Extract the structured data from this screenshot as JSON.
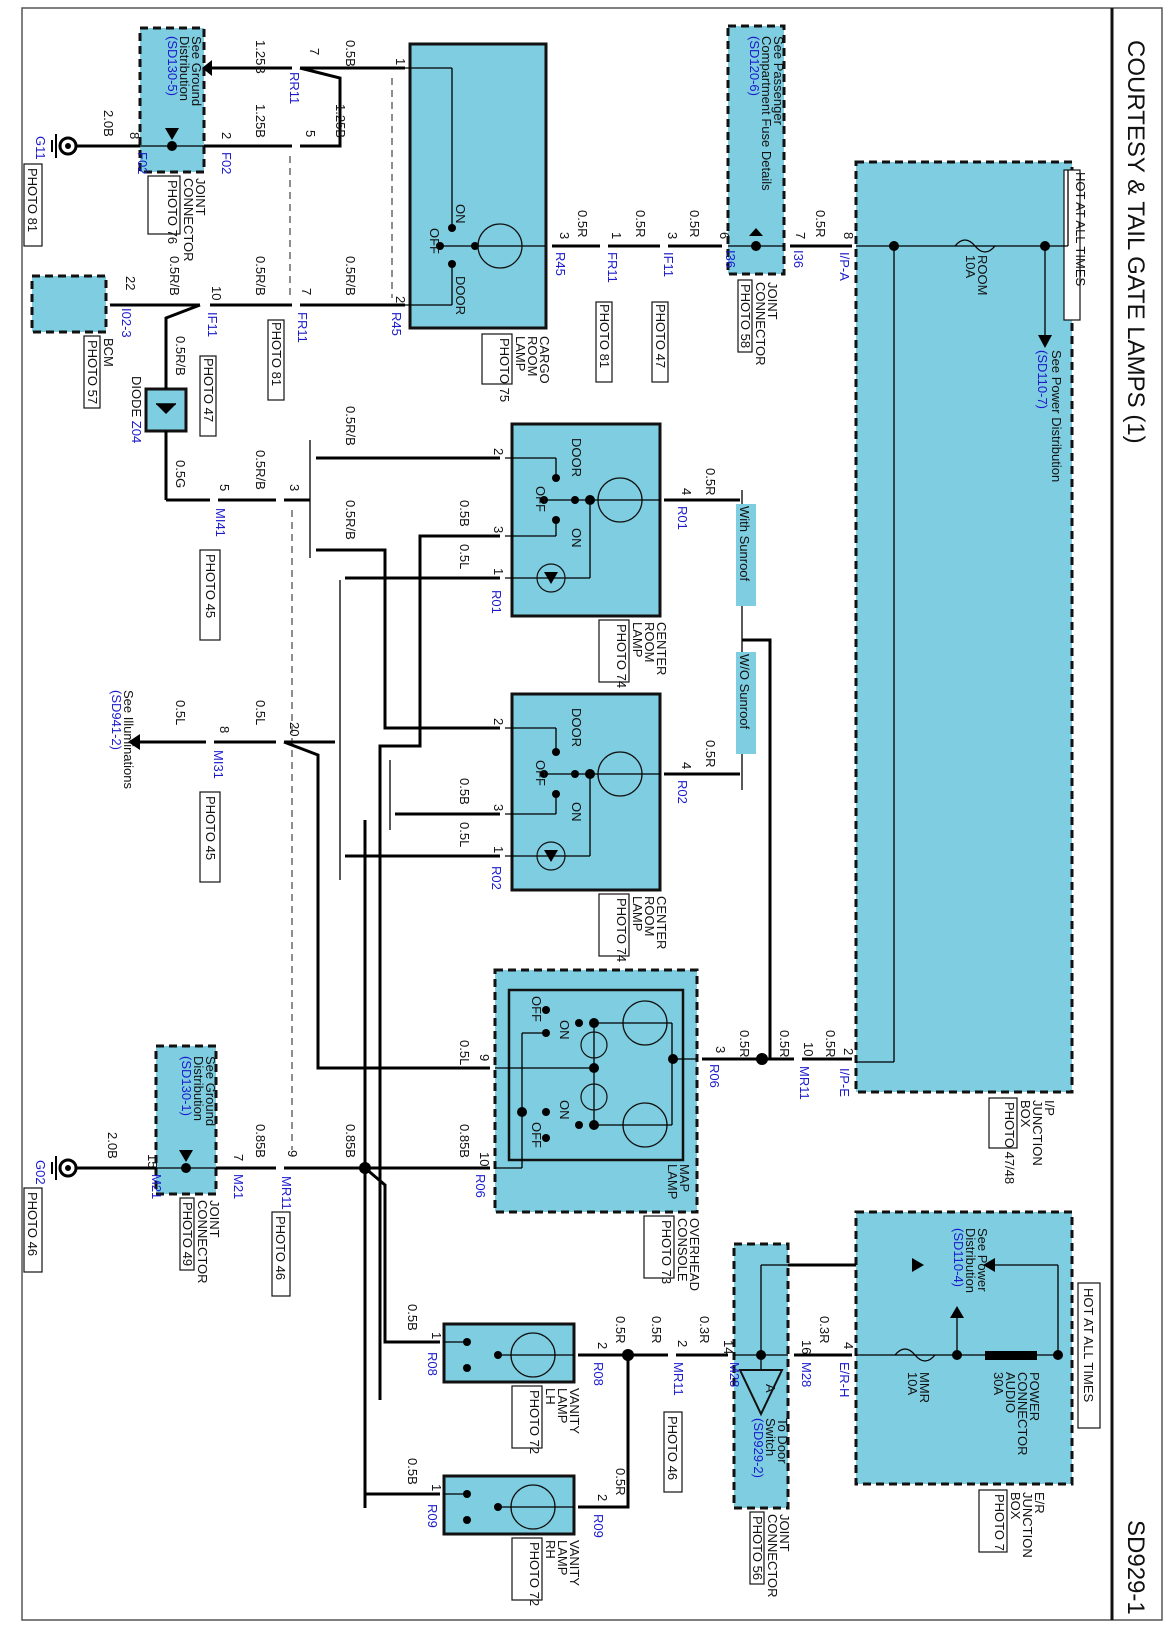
{
  "page": {
    "title": "COURTESY & TAIL GATE LAMPS (1)",
    "page_code": "SD929-1"
  },
  "junction_boxes": {
    "ip": {
      "name_lines": [
        "I/P",
        "JUNCTION",
        "BOX"
      ],
      "photo": "PHOTO 47/48",
      "hot": "HOT AT ALL TIMES",
      "fuse": "ROOM",
      "fuse_rating": "10A",
      "ref_text": "See Power Distribution",
      "ref_code": "(SD110-7)",
      "connector_a": "I/P-A",
      "pin_a": "8",
      "connector_e": "I/P-E",
      "pin_e": "2"
    },
    "er": {
      "name_lines": [
        "E/R",
        "JUNCTION",
        "BOX"
      ],
      "photo": "PHOTO 7",
      "hot": "HOT AT ALL TIMES",
      "fuse": "MMR",
      "fuse_rating": "10A",
      "connector_label_lines": [
        "POWER",
        "CONNECTOR",
        "AUDIO",
        "30A"
      ],
      "ref_lines": [
        "See Power",
        "Distribution"
      ],
      "ref_code": "(SD110-4)",
      "connector": "E/R-H",
      "pin": "4"
    }
  },
  "joint_connectors": {
    "i36": {
      "name_lines": [
        "JOINT",
        "CONNECTOR"
      ],
      "photo": "PHOTO 58",
      "ref_lines": [
        "See Passenger",
        "Compartment Fuse Details"
      ],
      "ref_code": "(SD120-6)",
      "conn": "I36",
      "pin_in": "7",
      "pin_out": "6"
    },
    "f02": {
      "name_lines": [
        "JOINT",
        "CONNECTOR"
      ],
      "photo": "PHOTO 76",
      "ref_lines": [
        "See Ground",
        "Distribution"
      ],
      "ref_code": "(SD130-5)",
      "conn": "F02",
      "pin_in": "2",
      "pin_out": "8"
    },
    "m21": {
      "name_lines": [
        "JOINT",
        "CONNECTOR"
      ],
      "photo": "PHOTO 49",
      "ref_lines": [
        "See Ground",
        "Distribution"
      ],
      "ref_code": "(SD130-1)",
      "conn": "M21",
      "pin_in": "7",
      "pin_out": "15"
    },
    "m28": {
      "name_lines": [
        "JOINT",
        "CONNECTOR"
      ],
      "photo": "PHOTO 56",
      "ref_lines": [
        "To Door",
        "Switch"
      ],
      "ref_code": "(SD929-2)",
      "conn": "M28",
      "pin_in": "16",
      "pin_out": "14",
      "marker": "A"
    }
  },
  "grounds": {
    "g11": {
      "code": "G11",
      "photo": "PHOTO 81",
      "wire": "2.0B"
    },
    "g02": {
      "code": "G02",
      "photo": "PHOTO 46",
      "wire": "2.0B"
    }
  },
  "lamps": {
    "cargo": {
      "name_lines": [
        "CARGO",
        "ROOM",
        "LAMP"
      ],
      "photo": "PHOTO 75",
      "conn": "R45",
      "on": "ON",
      "off": "OFF",
      "door": "DOOR",
      "pins": {
        "p1": "1",
        "p2": "2",
        "p3": "3"
      }
    },
    "center1": {
      "name_lines": [
        "CENTER",
        "ROOM",
        "LAMP"
      ],
      "photo": "PHOTO 74",
      "conn": "R01",
      "on": "ON",
      "off": "OFF",
      "door": "DOOR",
      "pins": {
        "p1": "1",
        "p2": "2",
        "p3": "3",
        "p4": "4"
      }
    },
    "center2": {
      "name_lines": [
        "CENTER",
        "ROOM",
        "LAMP"
      ],
      "photo": "PHOTO 74",
      "conn": "R02",
      "on": "ON",
      "off": "OFF",
      "door": "DOOR",
      "pins": {
        "p1": "1",
        "p2": "2",
        "p3": "3",
        "p4": "4"
      }
    },
    "map": {
      "name_lines": [
        "MAP",
        "LAMP"
      ],
      "console_lines": [
        "OVERHEAD",
        "CONSOLE"
      ],
      "photo": "PHOTO 73",
      "conn": "R06",
      "on": "ON",
      "off": "OFF",
      "pins": {
        "p3": "3",
        "p9": "9",
        "p10": "10"
      }
    },
    "vanity_lh": {
      "name_lines": [
        "VANITY",
        "LAMP",
        "LH"
      ],
      "photo": "PHOTO 72",
      "conn": "R08",
      "pins": {
        "p1": "1",
        "p2": "2"
      }
    },
    "vanity_rh": {
      "name_lines": [
        "VANITY",
        "LAMP",
        "RH"
      ],
      "photo": "PHOTO 72",
      "conn": "R09",
      "pins": {
        "p1": "1",
        "p2": "2"
      }
    }
  },
  "modules": {
    "bcm": {
      "name": "BCM",
      "photo": "PHOTO 57",
      "conn": "I02-3",
      "pin": "22"
    },
    "diode": {
      "name": "DIODE",
      "code": "Z04"
    }
  },
  "connectors": {
    "rr11": {
      "code": "RR11",
      "pin7": "7",
      "pin5": "5"
    },
    "fr11_a": {
      "code": "FR11",
      "pin": "1",
      "photo": "PHOTO 81"
    },
    "fr11_b": {
      "code": "FR11",
      "pin": "7",
      "photo": "PHOTO 81"
    },
    "if11_a": {
      "code": "IF11",
      "pin": "3",
      "photo": "PHOTO 47"
    },
    "if11_b": {
      "code": "IF11",
      "pin": "10",
      "photo": "PHOTO 47"
    },
    "mi41": {
      "code": "MI41",
      "pin_a": "5",
      "pin_b": "3",
      "photo": "PHOTO 45"
    },
    "mi31": {
      "code": "MI31",
      "pin_a": "8",
      "pin_b": "20",
      "photo": "PHOTO 45"
    },
    "mr11_a": {
      "code": "MR11",
      "pin": "10"
    },
    "mr11_b": {
      "code": "MR11",
      "pin": "9",
      "photo": "PHOTO 46"
    },
    "mr11_c": {
      "code": "MR11",
      "pin": "2",
      "photo": "PHOTO 46"
    }
  },
  "options": {
    "with_sunroof": "With Sunroof",
    "wo_sunroof": "W/O Sunroof"
  },
  "illum_ref": {
    "text": "See Illuminations",
    "code": "(SD941-2)"
  },
  "wires": {
    "w_125b": "1.25B",
    "w_05b": "0.5B",
    "w_05r": "0.5R",
    "w_05rb": "0.5R/B",
    "w_05g": "0.5G",
    "w_05l": "0.5L",
    "w_085b": "0.85B",
    "w_03r": "0.3R"
  },
  "colors": {
    "component_fill": "#7ecde0",
    "connector_code": "#1a1acc"
  }
}
